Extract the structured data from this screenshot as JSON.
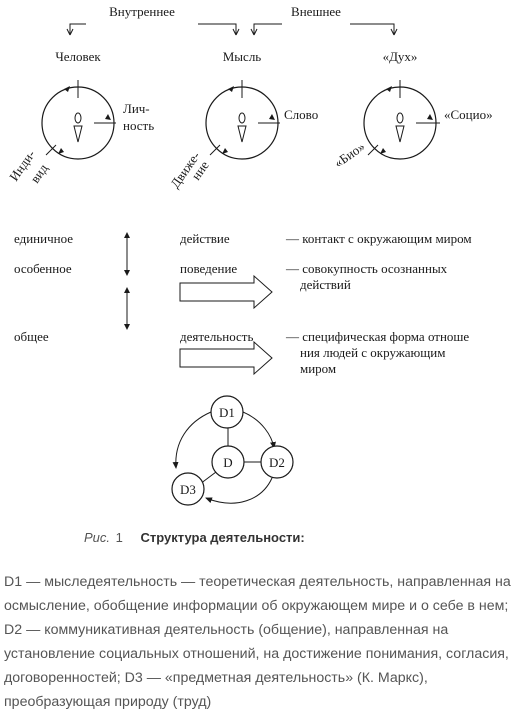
{
  "diagram": {
    "top_labels": {
      "inner": "Внутреннее",
      "outer": "Внешнее"
    },
    "circles": [
      {
        "title": "Человек",
        "right": [
          "Лич-",
          "ность"
        ],
        "bottom_left": [
          "Инди-",
          "вид"
        ]
      },
      {
        "title": "Мысль",
        "right": [
          "Слово"
        ],
        "bottom_left": [
          "Движе-",
          "ние"
        ]
      },
      {
        "title": "«Дух»",
        "right": [
          "«Социо»"
        ],
        "bottom_left": [
          "«Био»"
        ]
      }
    ],
    "table": {
      "left": [
        "единичное",
        "особенное",
        "общее"
      ],
      "middle": [
        "действие",
        "поведение",
        "деятельность"
      ],
      "right": [
        [
          "— контакт с окружающим миром"
        ],
        [
          "— совокупность осознанных",
          "действий"
        ],
        [
          "— специфическая форма отноше",
          "ния людей с окружающим",
          "миром"
        ]
      ]
    },
    "nodes": {
      "center": "D",
      "top": "D1",
      "right": "D2",
      "left": "D3"
    }
  },
  "caption": {
    "prefix": "Рис.",
    "number": "1",
    "title": "Структура деятельности:"
  },
  "description": "D1 — мыследеятельность — теоретическая деятельность, направленная на осмысление, обобщение информации об окружающем мире и о себе в нем; D2 — коммуникативная деятельность (общение), направленная на установление социальных отношений, на достижение понимания, согласия, договоренностей; D3 — «предметная деятельность» (К. Маркс), преобразующая природу (труд)"
}
